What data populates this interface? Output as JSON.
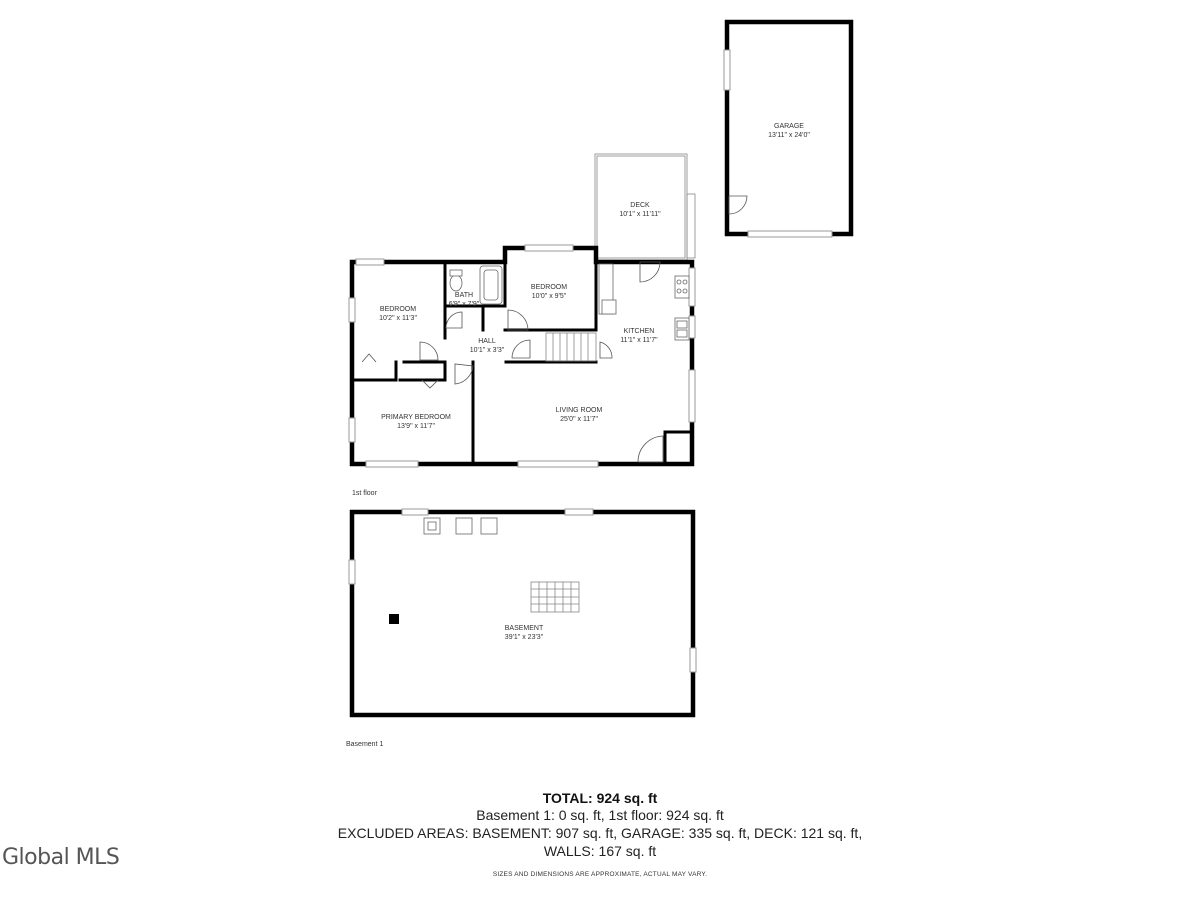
{
  "rooms": {
    "garage": {
      "name": "GARAGE",
      "dims": "13'11\" x 24'0\""
    },
    "deck": {
      "name": "DECK",
      "dims": "10'1\" x 11'11\""
    },
    "bedroom_upper": {
      "name": "BEDROOM",
      "dims": "10'0\" x 9'5\""
    },
    "bedroom_left": {
      "name": "BEDROOM",
      "dims": "10'2\" x 11'3\""
    },
    "bath": {
      "name": "BATH",
      "dims": "6'9\" x 7'9\""
    },
    "hall": {
      "name": "HALL",
      "dims": "10'1\" x 3'3\""
    },
    "kitchen": {
      "name": "KITCHEN",
      "dims": "11'1\" x 11'7\""
    },
    "primary_bedroom": {
      "name": "PRIMARY BEDROOM",
      "dims": "13'9\" x 11'7\""
    },
    "living_room": {
      "name": "LIVING ROOM",
      "dims": "25'0\" x 11'7\""
    },
    "basement": {
      "name": "BASEMENT",
      "dims": "39'1\" x 23'3\""
    }
  },
  "floor_labels": {
    "first": "1st floor",
    "basement": "Basement 1"
  },
  "totals": {
    "title": "TOTAL: 924 sq. ft",
    "line1": "Basement 1: 0 sq. ft, 1st floor: 924 sq. ft",
    "line2": "EXCLUDED AREAS: BASEMENT: 907 sq. ft, GARAGE: 335 sq. ft, DECK: 121 sq. ft,",
    "line3": "WALLS: 167 sq. ft"
  },
  "disclaimer": "SIZES AND DIMENSIONS ARE APPROXIMATE, ACTUAL MAY VARY.",
  "logo": "Global MLS"
}
